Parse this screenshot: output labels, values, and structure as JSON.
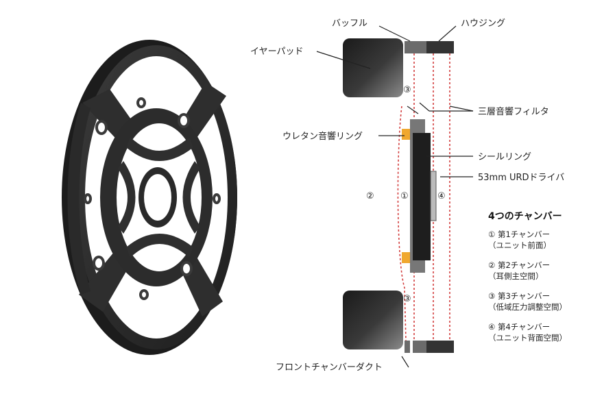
{
  "labels": {
    "baffle": "バッフル",
    "housing": "ハウジング",
    "earpad": "イヤーパッド",
    "filter": "三層音響フィルタ",
    "urethane_ring": "ウレタン音響リング",
    "seal_ring": "シールリング",
    "driver": "53mm URDドライバ",
    "duct": "フロントチャンバーダクト"
  },
  "markers": {
    "c1": "①",
    "c2": "②",
    "c3_top": "③",
    "c3_bottom": "③",
    "c4": "④"
  },
  "legend": {
    "title": "4つのチャンバー",
    "items": [
      {
        "line1": "① 第1チャンバー",
        "line2": "（ユニット前面）"
      },
      {
        "line1": "② 第2チャンバー",
        "line2": "（耳側主空間）"
      },
      {
        "line1": "③ 第3チャンバー",
        "line2": "（低域圧力調整空間）"
      },
      {
        "line1": "④ 第4チャンバー",
        "line2": "（ユニット背面空間）"
      }
    ]
  },
  "colors": {
    "part_dark": "#2b2b2b",
    "part_mid": "#555555",
    "urethane": "#f0a830",
    "filter_dash": "#d23b3b",
    "earpad_light": "#8a8a8a"
  }
}
